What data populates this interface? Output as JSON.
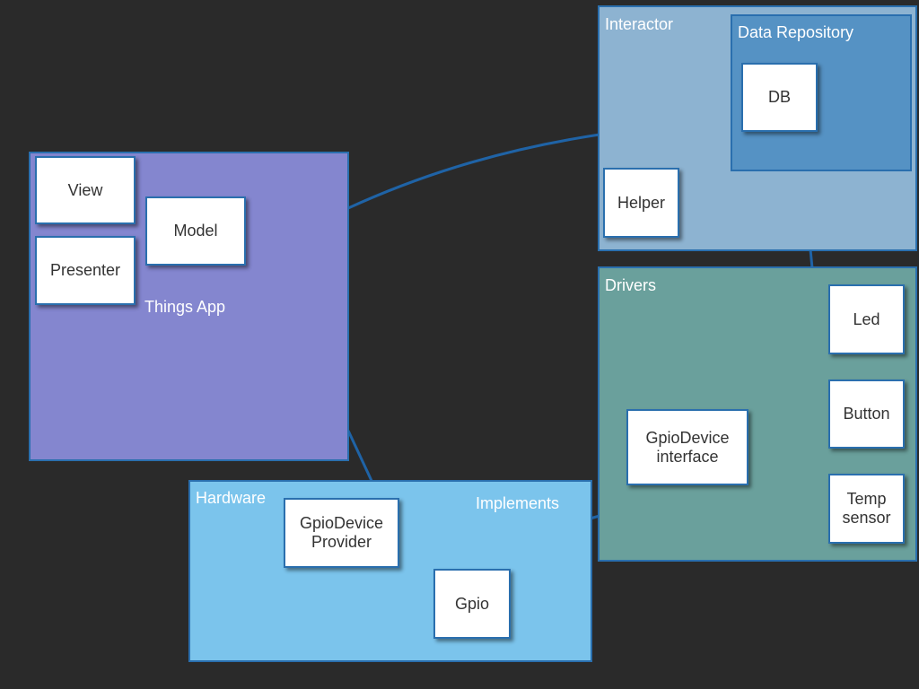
{
  "colors": {
    "background": "#2a2a2a",
    "things_app": "#8486cf",
    "interactor": "#8db3d1",
    "data_repository": "#5592c4",
    "drivers": "#6aa09c",
    "hardware": "#7bc4ec",
    "border": "#2a6fae",
    "connector": "#1f63a6"
  },
  "groups": {
    "things_app": {
      "label": "Things App"
    },
    "interactor": {
      "label": "Interactor"
    },
    "data_repository": {
      "label": "Data Repository"
    },
    "drivers": {
      "label": "Drivers"
    },
    "hardware": {
      "label": "Hardware",
      "implements_label": "Implements"
    }
  },
  "nodes": {
    "view": "View",
    "model": "Model",
    "presenter": "Presenter",
    "db": "DB",
    "helper": "Helper",
    "led": "Led",
    "button": "Button",
    "temp_sensor": [
      "Temp",
      "sensor"
    ],
    "gpio_device_interface": [
      "GpioDevice",
      "interface"
    ],
    "gpio_device_provider": [
      "GpioDevice",
      "Provider"
    ],
    "gpio": "Gpio"
  }
}
